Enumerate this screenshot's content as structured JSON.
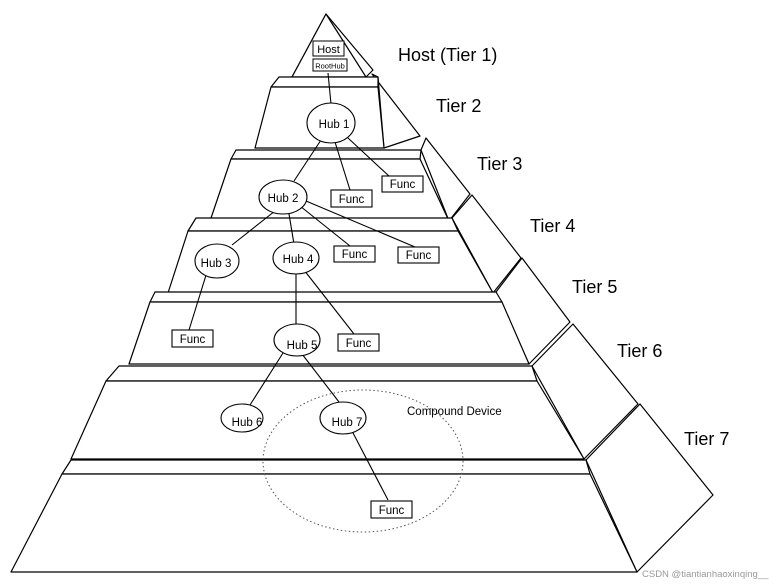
{
  "host": {
    "label": "Host",
    "sub_label": "RootHub"
  },
  "tiers": [
    "Host (Tier 1)",
    "Tier 2",
    "Tier 3",
    "Tier 4",
    "Tier 5",
    "Tier 6",
    "Tier 7"
  ],
  "hubs": [
    "Hub 1",
    "Hub 2",
    "Hub 3",
    "Hub 4",
    "Hub 5",
    "Hub 6",
    "Hub 7"
  ],
  "func_label": "Func",
  "compound_label": "Compound Device",
  "watermark": "CSDN @tiantianhaoxinqing__"
}
